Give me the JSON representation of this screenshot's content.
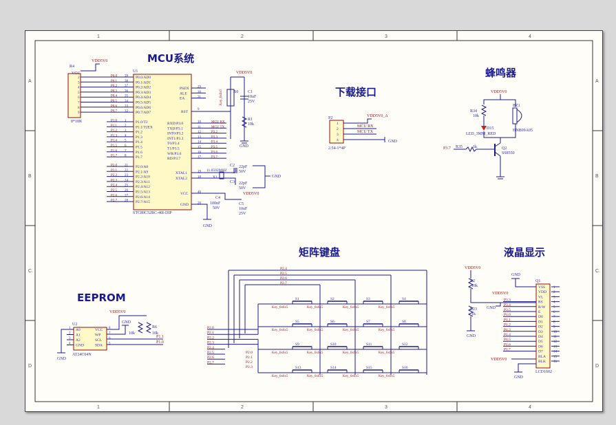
{
  "sections": {
    "mcu": "MCU系统",
    "download": "下载接口",
    "buzzer": "蜂鸣器",
    "eeprom": "EEPROM",
    "keypad": "矩阵键盘",
    "lcd": "液晶显示"
  },
  "border": {
    "cols": [
      "1",
      "2",
      "3",
      "4"
    ],
    "rows": [
      "A",
      "B",
      "C",
      "D"
    ]
  },
  "mcu": {
    "ref": "U1",
    "part": "STC89C52RC-40I-DIP",
    "r4_ref": "R4",
    "r4_val": "8*10K",
    "vdd": "VDD5V0",
    "vcc": "VCC",
    "p0_pins": [
      "P0.0/AD0",
      "P0.1/AD1",
      "P0.2/AD2",
      "P0.3/AD3",
      "P0.4/AD4",
      "P0.5/AD5",
      "P0.6/AD6",
      "P0.7/AD7"
    ],
    "p0_nums": [
      "39",
      "38",
      "37",
      "36",
      "35",
      "34",
      "33",
      "32"
    ],
    "p0_nets": [
      "P0.0",
      "P0.1",
      "P0.2",
      "P0.3",
      "P0.4",
      "P0.5",
      "P0.6",
      "P0.7"
    ],
    "p1_pins": [
      "P1.0/T2",
      "P1.1/T2EX",
      "P1.2",
      "P1.3",
      "P1.4",
      "P1.5",
      "P1.6",
      "P1.7"
    ],
    "p1_nums": [
      "1",
      "2",
      "3",
      "4",
      "5",
      "6",
      "7",
      "8"
    ],
    "p1_nets": [
      "P1.0",
      "P1.1",
      "P1.2",
      "P1.3",
      "P1.4",
      "P1.5",
      "P1.6",
      "P1.7"
    ],
    "p2_pins": [
      "P2.0/A8",
      "P2.1/A9",
      "P2.2/A10",
      "P2.3/A11",
      "P2.4/A12",
      "P2.5/A13",
      "P2.6/A14",
      "P2.7/A15"
    ],
    "p2_nums": [
      "21",
      "22",
      "23",
      "24",
      "25",
      "26",
      "27",
      "28"
    ],
    "p2_nets": [
      "P2.0",
      "P2.1",
      "P2.2",
      "P2.3",
      "P2.4",
      "P2.5",
      "P2.6",
      "P2.7"
    ],
    "right_top": [
      "PSEN",
      "ALE",
      "EA"
    ],
    "right_top_nums": [
      "29",
      "30",
      "31"
    ],
    "rst": "RST",
    "rst_num": "9",
    "p3_pins": [
      "RXD/P3.0",
      "TXD/P3.1",
      "INT0/P3.2",
      "INT1/P3.3",
      "T0/P3.4",
      "T1/P3.5",
      "WR/P3.6",
      "RD/P3.7"
    ],
    "p3_nums": [
      "10",
      "11",
      "12",
      "13",
      "14",
      "15",
      "16",
      "17"
    ],
    "p3_nets": [
      "MCU RX",
      "MCU TX",
      "P3.2",
      "P3.3",
      "P3.4",
      "P3.5",
      "P3.6",
      "P3.7"
    ],
    "xtal": [
      "XTAL1",
      "XTAL2"
    ],
    "xtal_nums": [
      "19",
      "18"
    ],
    "pwr": [
      "VCC",
      "GND"
    ],
    "pwr_nums": [
      "40",
      "20"
    ],
    "s0": "S0",
    "s0_part": "Key_6x6x5",
    "c1": [
      "C1",
      "10uF",
      "25V"
    ],
    "r1": [
      "R1",
      "10k"
    ],
    "c2": [
      "C2",
      "22pF",
      "50V"
    ],
    "c3": [
      "C3",
      "22pF",
      "50V"
    ],
    "x1": [
      "11.0592MHZ",
      "X1"
    ],
    "c4": [
      "C4",
      "100nF",
      "50V"
    ],
    "c5": [
      "C5",
      "10uF",
      "25V"
    ],
    "gnd": "GND"
  },
  "download": {
    "ref": "P2",
    "part": "2.54-1*4P",
    "vdd": "VDD5V0_A",
    "nets": [
      "MCU RX",
      "MCU TX"
    ],
    "pins": [
      "1",
      "2",
      "3",
      "4"
    ],
    "gnd": "GND"
  },
  "buzzer": {
    "vdd": "VDD5V0",
    "r34": [
      "R34",
      "10k"
    ],
    "bz": [
      "BZ1",
      "HNB09A05"
    ],
    "led": [
      "D15",
      "LED_3MM_RED"
    ],
    "net": "P3.7",
    "r35": [
      "R35",
      "1k"
    ],
    "q": [
      "Q2",
      "SS8550"
    ],
    "gnd": "GND"
  },
  "eeprom": {
    "ref": "U2",
    "part": "AT24C04N",
    "left": [
      "A0",
      "A1",
      "A2",
      "GND"
    ],
    "right": [
      "VCC",
      "WP",
      "SCL",
      "SDA"
    ],
    "left_nums": [
      "1",
      "2",
      "3",
      "4"
    ],
    "right_nums": [
      "8",
      "7",
      "6",
      "5"
    ],
    "vdd": "VDD5V0",
    "r": [
      "R5",
      "10k",
      "R6",
      "10k"
    ],
    "nets": [
      "P1.1",
      "P1.0"
    ],
    "gnd": "GND"
  },
  "keypad": {
    "row_nets": [
      "P2.0",
      "P2.1",
      "P2.2",
      "P2.3",
      "P2.4",
      "P2.5",
      "P2.6",
      "P2.7"
    ],
    "col_labels": [
      "P2.4",
      "P2.5",
      "P2.6",
      "P2.7"
    ],
    "row_labels": [
      "P2.0",
      "P2.1",
      "P2.2",
      "P2.3"
    ],
    "keys": [
      "S1",
      "S2",
      "S3",
      "S4",
      "S5",
      "S6",
      "S7",
      "S8",
      "S9",
      "S10",
      "S11",
      "S12",
      "S13",
      "S14",
      "S15",
      "S16"
    ],
    "part": "Key_6x6x5"
  },
  "lcd": {
    "ref": "Q1",
    "part": "LCD1602",
    "pins": [
      "VSS",
      "VDD",
      "VL",
      "RS",
      "R/W",
      "E",
      "D0",
      "D1",
      "D2",
      "D3",
      "D4",
      "D5",
      "D6",
      "D7",
      "BLA",
      "BLK"
    ],
    "nums": [
      "1",
      "2",
      "3",
      "4",
      "5",
      "6",
      "7",
      "8",
      "9",
      "10",
      "11",
      "12",
      "13",
      "14",
      "15",
      "16"
    ],
    "nets": [
      "",
      "",
      "",
      "P3.3",
      "P3.4",
      "P3.5",
      "P1.0",
      "P1.1",
      "P1.2",
      "P1.3",
      "P1.4",
      "P1.5",
      "P1.6",
      "P1.7",
      "",
      ""
    ],
    "vdd": "VDD5V0",
    "r2": [
      "R2",
      "10k"
    ],
    "r23": [
      "R23",
      "1k"
    ],
    "gnd": "GND"
  },
  "colors": {
    "wire": "#1a1a8c",
    "part": "#9b0d0d",
    "chip": "#fff9c8",
    "sheet": "#fefdf8"
  }
}
